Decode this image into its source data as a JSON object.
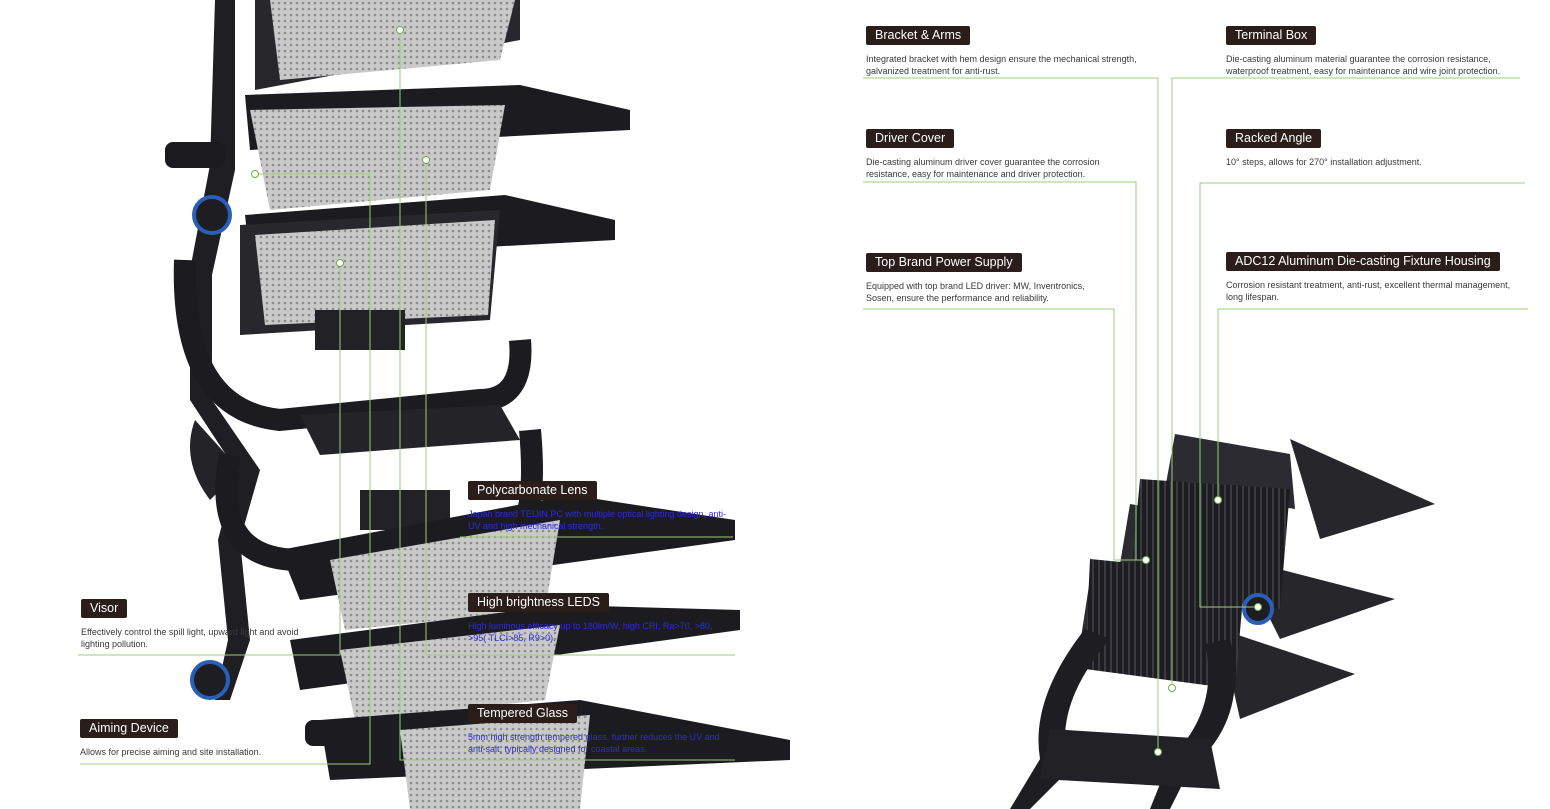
{
  "features": [
    {
      "key": "bracket",
      "title": "Bracket & Arms",
      "desc": "Integrated bracket with hem design ensure the mechanical strength, galvanized treatment for anti-rust."
    },
    {
      "key": "terminal",
      "title": "Terminal Box",
      "desc": "Die-casting aluminum material guarantee the corrosion resistance, waterproof treatment, easy for maintenance and wire joint protection."
    },
    {
      "key": "driver",
      "title": "Driver Cover",
      "desc": "Die-casting aluminum driver cover guarantee the corrosion resistance, easy for maintenance and driver protection."
    },
    {
      "key": "angle",
      "title": "Racked Angle",
      "desc": "10° steps, allows for 270° installation adjustment."
    },
    {
      "key": "power",
      "title": "Top Brand Power Supply",
      "desc": "Equipped with top brand LED driver: MW, Inventronics, Sosen, ensure the performance and reliability."
    },
    {
      "key": "housing",
      "title": "ADC12 Aluminum Die-casting Fixture Housing",
      "desc": "Corrosion resistant treatment, anti-rust, excellent thermal management, long lifespan."
    },
    {
      "key": "lens",
      "title": "Polycarbonate Lens",
      "desc": "Japan brand TEIJIN PC with multiple optical lighting design, anti-UV and high mechanical strength."
    },
    {
      "key": "leds",
      "title": "High brightness LEDS",
      "desc": "High luminous efficacy up to 180lm/W, high CRI, Ra>70, >80, >95( TLCI>85, R9>0)."
    },
    {
      "key": "glass",
      "title": "Tempered Glass",
      "desc": "5mm high strength tempered glass, further reduces the UV and anti-salt, typically designed for coastal areas."
    },
    {
      "key": "visor",
      "title": "Visor",
      "desc": "Effectively control the spill light, upward light and avoid lighting pollution."
    },
    {
      "key": "aiming",
      "title": "Aiming Device",
      "desc": "Allows for precise aiming and site installation."
    }
  ],
  "colors": {
    "pill": "#2a1d1a",
    "leader": "#9dcc7a",
    "blueText": "#2f2bd6",
    "metal": "#1e1e22",
    "reflector": "#bdbdbd",
    "accent": "#2a5fb8"
  }
}
